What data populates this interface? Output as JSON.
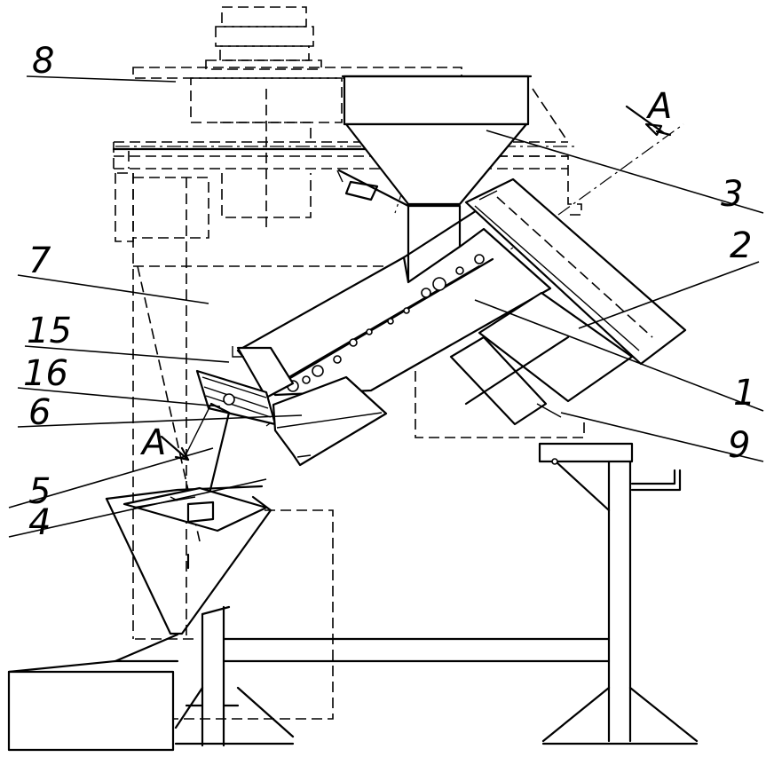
{
  "labels": {
    "l8": "8",
    "l7": "7",
    "l15": "15",
    "l16": "16",
    "l6": "6",
    "l5": "5",
    "l4": "4",
    "l3": "3",
    "l2": "2",
    "l1": "1",
    "l9": "9",
    "sectionA_top": "A",
    "sectionA_left": "A"
  }
}
